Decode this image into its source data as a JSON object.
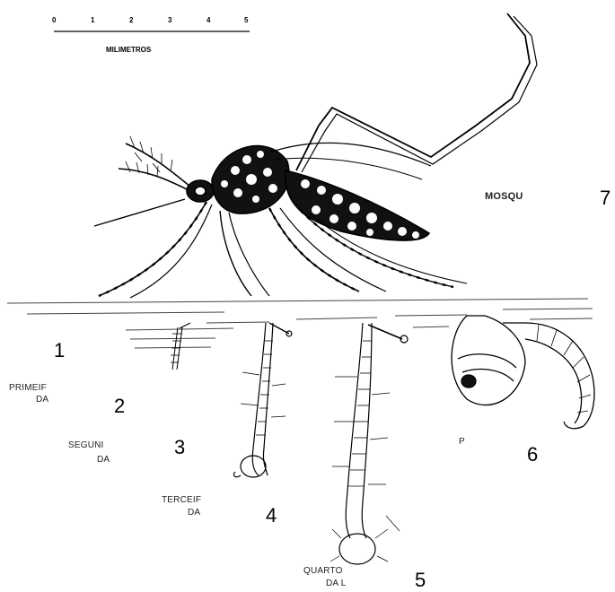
{
  "scale": {
    "ticks": [
      "0",
      "1",
      "2",
      "3",
      "4",
      "5"
    ],
    "label": "MILIMETROS"
  },
  "labels": {
    "mosquito": "MOSQU",
    "n7": "7",
    "n1": "1",
    "n2": "2",
    "n3": "3",
    "n4": "4",
    "n5": "5",
    "n6": "6",
    "primeiro_line1": "PRIMEIF",
    "primeiro_line2": "DA",
    "segundo_line1": "SEGUNI",
    "segundo_line2": "DA",
    "terceiro_line1": "TERCEIF",
    "terceiro_line2": "DA",
    "quarto_line1": "QUARTO",
    "quarto_line2": "DA L",
    "pupa": "P"
  }
}
